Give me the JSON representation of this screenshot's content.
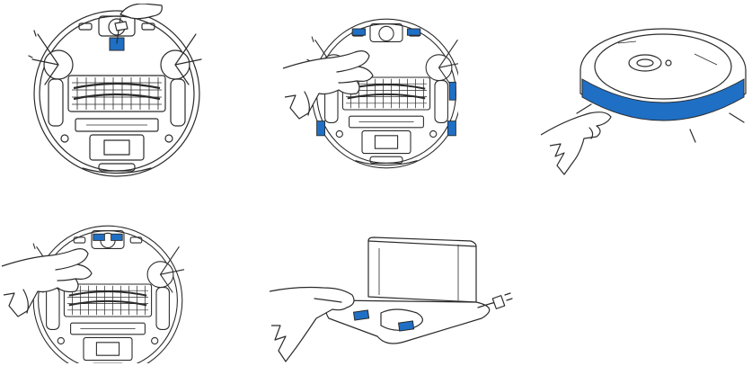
{
  "colors": {
    "accent": "#1f6fc5",
    "line": "#2b2b2b",
    "background": "#ffffff"
  },
  "figures": [
    {
      "name": "robot-bottom-sensor-cleaning",
      "highlight_color": "#1f6fc5"
    },
    {
      "name": "robot-bottom-wipe-sensors",
      "highlight_color": "#1f6fc5"
    },
    {
      "name": "robot-bumper-wipe",
      "highlight_color": "#1f6fc5"
    },
    {
      "name": "robot-bottom-wipe-charging-contacts",
      "highlight_color": "#1f6fc5"
    },
    {
      "name": "dock-wipe-charging-contacts",
      "highlight_color": "#1f6fc5"
    }
  ]
}
